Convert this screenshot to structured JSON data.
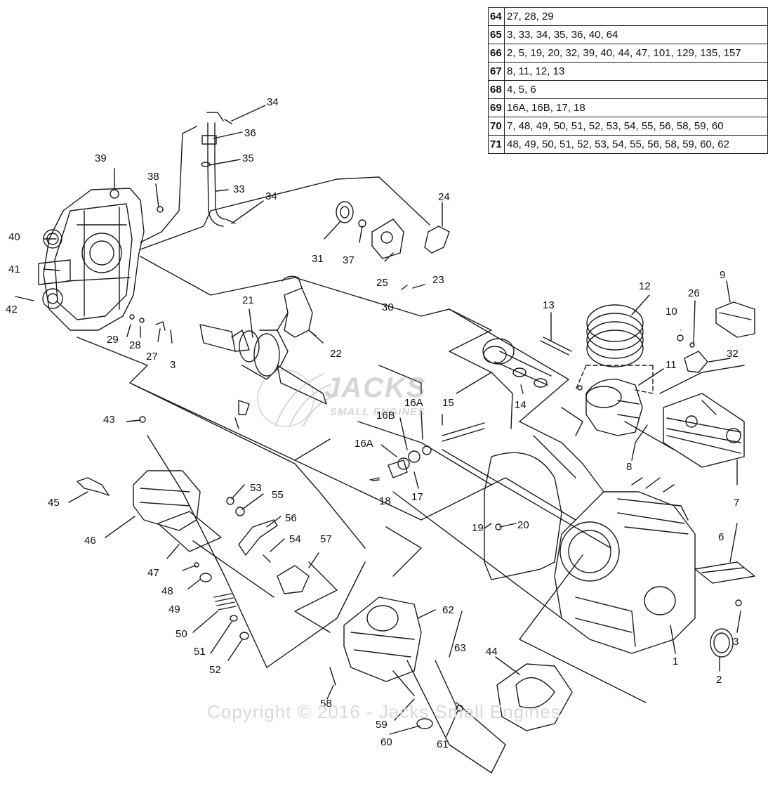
{
  "kit_table": {
    "rows": [
      {
        "kit": "64",
        "parts": "27, 28, 29"
      },
      {
        "kit": "65",
        "parts": "3, 33, 34, 35, 36, 40, 64"
      },
      {
        "kit": "66",
        "parts": "2, 5, 19, 20, 32, 39, 40, 44, 47, 101, 129, 135, 157"
      },
      {
        "kit": "67",
        "parts": "8, 11, 12, 13"
      },
      {
        "kit": "68",
        "parts": "4, 5, 6"
      },
      {
        "kit": "69",
        "parts": "16A, 16B, 17, 18"
      },
      {
        "kit": "70",
        "parts": "7, 48, 49, 50, 51, 52, 53, 54, 55, 56, 58, 59, 60"
      },
      {
        "kit": "71",
        "parts": "48, 49, 50, 51, 52, 53, 54, 55, 56, 58, 59, 60, 62"
      }
    ]
  },
  "part_labels": {
    "p1": "1",
    "p2": "2",
    "p3a": "3",
    "p3b": "3",
    "p6": "6",
    "p7": "7",
    "p8": "8",
    "p9": "9",
    "p10": "10",
    "p11": "11",
    "p12": "12",
    "p13": "13",
    "p14": "14",
    "p15": "15",
    "p16a1": "16A",
    "p16a2": "16A",
    "p16b": "16B",
    "p17": "17",
    "p18": "18",
    "p19": "19",
    "p20": "20",
    "p21": "21",
    "p22": "22",
    "p23": "23",
    "p24": "24",
    "p25": "25",
    "p26": "26",
    "p27": "27",
    "p28": "28",
    "p29": "29",
    "p30": "30",
    "p31": "31",
    "p32": "32",
    "p33": "33",
    "p34a": "34",
    "p34b": "34",
    "p35": "35",
    "p36": "36",
    "p37": "37",
    "p38": "38",
    "p39": "39",
    "p40": "40",
    "p41": "41",
    "p42": "42",
    "p43": "43",
    "p44": "44",
    "p45": "45",
    "p46": "46",
    "p47": "47",
    "p48": "48",
    "p49": "49",
    "p50": "50",
    "p51": "51",
    "p52": "52",
    "p53": "53",
    "p54": "54",
    "p55": "55",
    "p56": "56",
    "p57": "57",
    "p58": "58",
    "p59": "59",
    "p60": "60",
    "p61": "61",
    "p62": "62",
    "p63": "63"
  },
  "logo": {
    "line1": "JACKS",
    "line2": "SMALL ENGINES"
  },
  "watermark": "Copyright © 2016 - Jacks Small Engines",
  "colors": {
    "ink": "#1a1a1a",
    "watermark": "#d9d9d9",
    "background": "#ffffff"
  }
}
